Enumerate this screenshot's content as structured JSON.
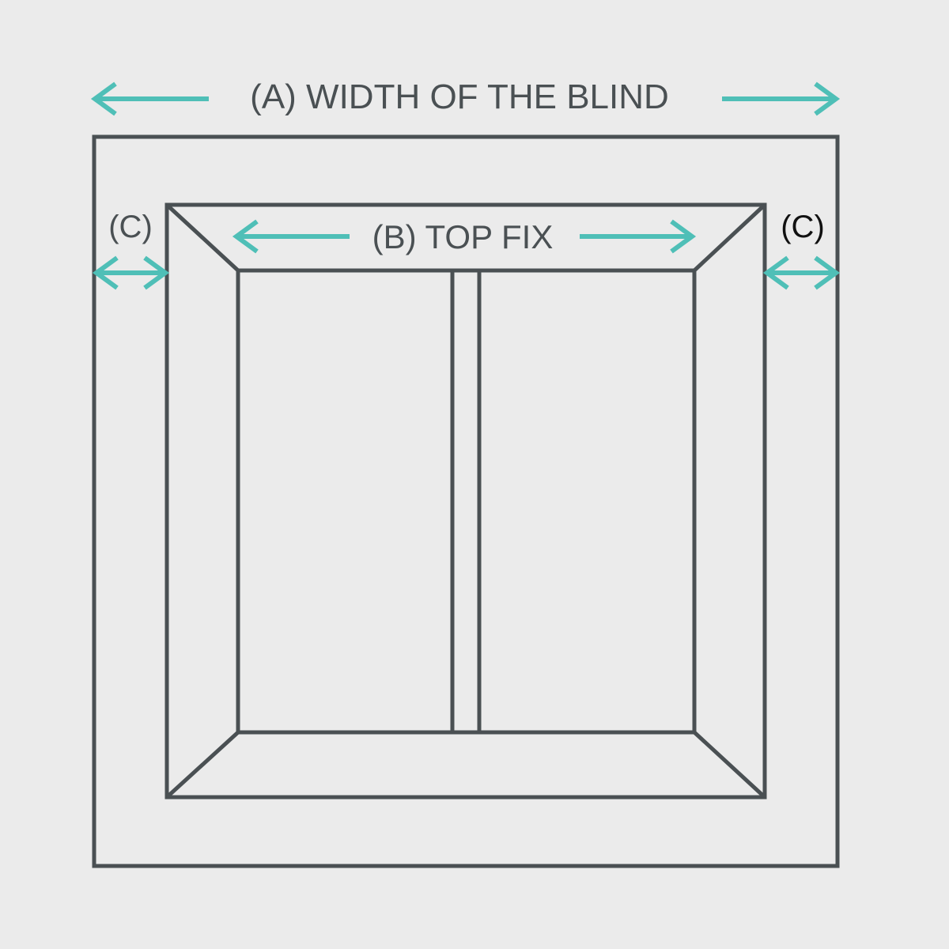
{
  "labels": {
    "width": "(A) WIDTH OF THE BLIND",
    "top_fix": "(B) TOP FIX",
    "clearance_left": "(C)",
    "clearance_right": "(C)"
  },
  "colors": {
    "background": "#ebebeb",
    "line": "#4a5053",
    "arrow": "#4fbfb7"
  }
}
